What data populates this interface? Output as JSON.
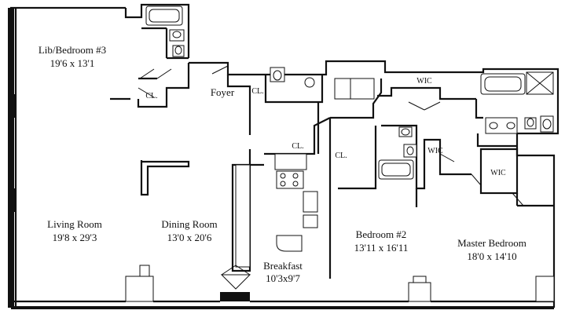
{
  "rooms": {
    "lib_bedroom3": {
      "name": "Lib/Bedroom #3",
      "dims": "19'6 x 13'1"
    },
    "living_room": {
      "name": "Living Room",
      "dims": "19'8 x 29'3"
    },
    "dining_room": {
      "name": "Dining Room",
      "dims": "13'0 x 20'6"
    },
    "breakfast": {
      "name": "Breakfast",
      "dims": "10'3x9'7"
    },
    "bedroom2": {
      "name": "Bedroom #2",
      "dims": "13'11 x 16'11"
    },
    "master_bedroom": {
      "name": "Master Bedroom",
      "dims": "18'0 x 14'10"
    },
    "foyer": {
      "name": "Foyer"
    }
  },
  "closets": {
    "cl_lib": "CL.",
    "cl_foyer": "CL.",
    "cl_kitchen": "CL.",
    "cl_bed2": "CL."
  },
  "walkins": {
    "wic_top": "WIC",
    "wic_bed2": "WIC",
    "wic_master": "WIC"
  }
}
